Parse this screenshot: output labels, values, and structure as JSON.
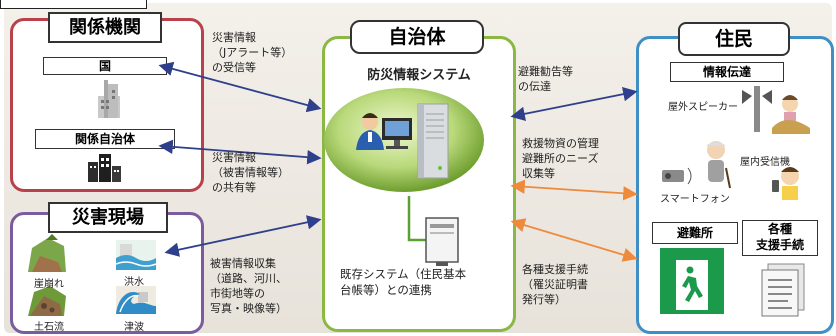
{
  "agencies": {
    "title": "関係機関",
    "country": "国",
    "related_municipality": "関係自治体"
  },
  "site": {
    "title": "災害現場",
    "landslide": "崖崩れ",
    "flood": "洪水",
    "debris_flow": "土石流",
    "tsunami": "津波"
  },
  "center": {
    "title": "自治体",
    "system": "防災情報システム",
    "existing_line1": "既存システム（住民基本",
    "existing_line2": "台帳等）との連携"
  },
  "residents": {
    "title": "住民",
    "info": "情報伝達",
    "outdoor_speaker": "屋外スピーカー",
    "indoor_receiver": "屋内受信機",
    "smartphone": "スマートフォン",
    "shelter": "避難所",
    "procedures_line1": "各種",
    "procedures_line2": "支援手続"
  },
  "flows": {
    "a1": "災害情報",
    "a2": "（Jアラート等）",
    "a3": "の受信等",
    "b1": "災害情報",
    "b2": "（被害情報等）",
    "b3": "の共有等",
    "c1": "被害情報収集",
    "c2": "（道路、河川、",
    "c3": "市街地等の",
    "c4": "写真・映像等）",
    "d1": "避難勧告等",
    "d2": "の伝達",
    "e1": "救援物資の管理",
    "e2": "避難所のニーズ",
    "e3": "収集等",
    "f1": "各種支援手続",
    "f2": "（罹災証明書",
    "f3": "発行等）"
  },
  "colors": {
    "agencies": "#b8424a",
    "site": "#7a5c9e",
    "center": "#8ab843",
    "residents": "#3f8fc4",
    "arrow_blue": "#2e3f8c",
    "arrow_orange": "#ef8a3c"
  }
}
